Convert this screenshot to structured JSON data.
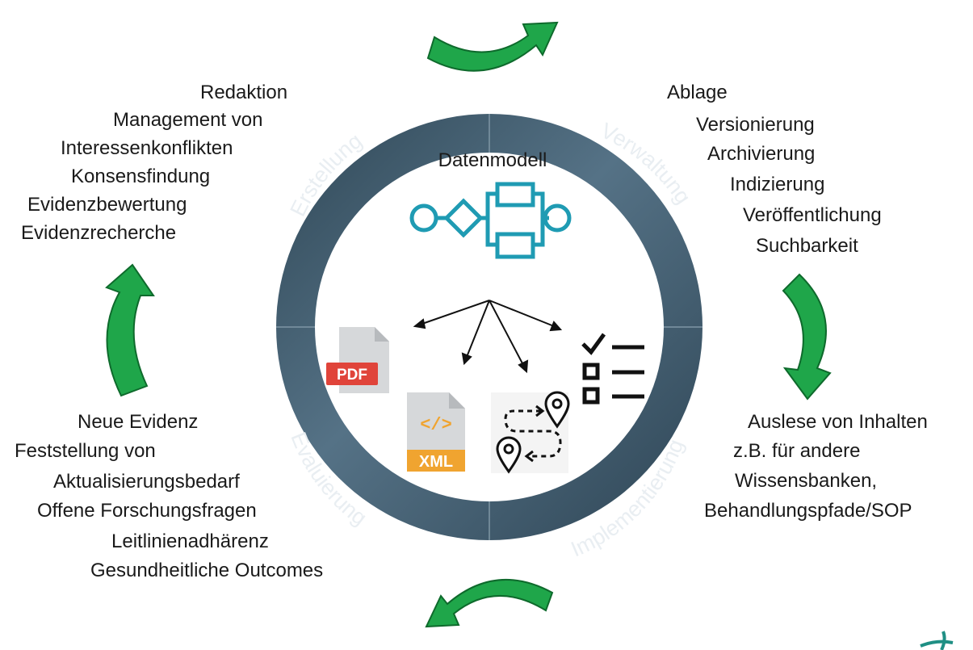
{
  "center": {
    "title": "Datenmodell"
  },
  "ring_labels": {
    "top_left": "Erstellung",
    "top_right": "Verwaltung",
    "bottom_right": "Implementierung",
    "bottom_left": "Evaluierung"
  },
  "erstellung_items": [
    "Redaktion",
    "Management von",
    "Interessenkonflikten",
    "Konsensfindung",
    "Evidenzbewertung",
    "Evidenzrecherche"
  ],
  "verwaltung_items": [
    "Ablage",
    "Versionierung",
    "Archivierung",
    "Indizierung",
    "Veröffentlichung",
    "Suchbarkeit"
  ],
  "implementierung_items": [
    "Auslese von Inhalten",
    "z.B. für andere",
    "Wissensbanken,",
    "Behandlungspfade/SOP"
  ],
  "evaluierung_items": [
    "Neue Evidenz",
    "Feststellung von",
    "Aktualisierungsbedarf",
    "Offene Forschungsfragen",
    "Leitlinienadhärenz",
    "Gesundheitliche Outcomes"
  ],
  "formats": {
    "pdf": "PDF",
    "xml": "XML",
    "xml_symbol": "</>"
  },
  "icons": {
    "data_model": "flowchart-icon",
    "pdf": "pdf-file-icon",
    "xml": "xml-file-icon",
    "route": "route-map-icon",
    "checklist": "checklist-icon",
    "cycle": "curved-arrow-icon"
  },
  "colors": {
    "ring": "#4e6a7c",
    "ring_dark": "#2e4656",
    "arrow_green": "#1fa64a",
    "diagram_teal": "#1f9bb3",
    "pdf_red": "#e0443a",
    "xml_orange": "#f0a430"
  }
}
